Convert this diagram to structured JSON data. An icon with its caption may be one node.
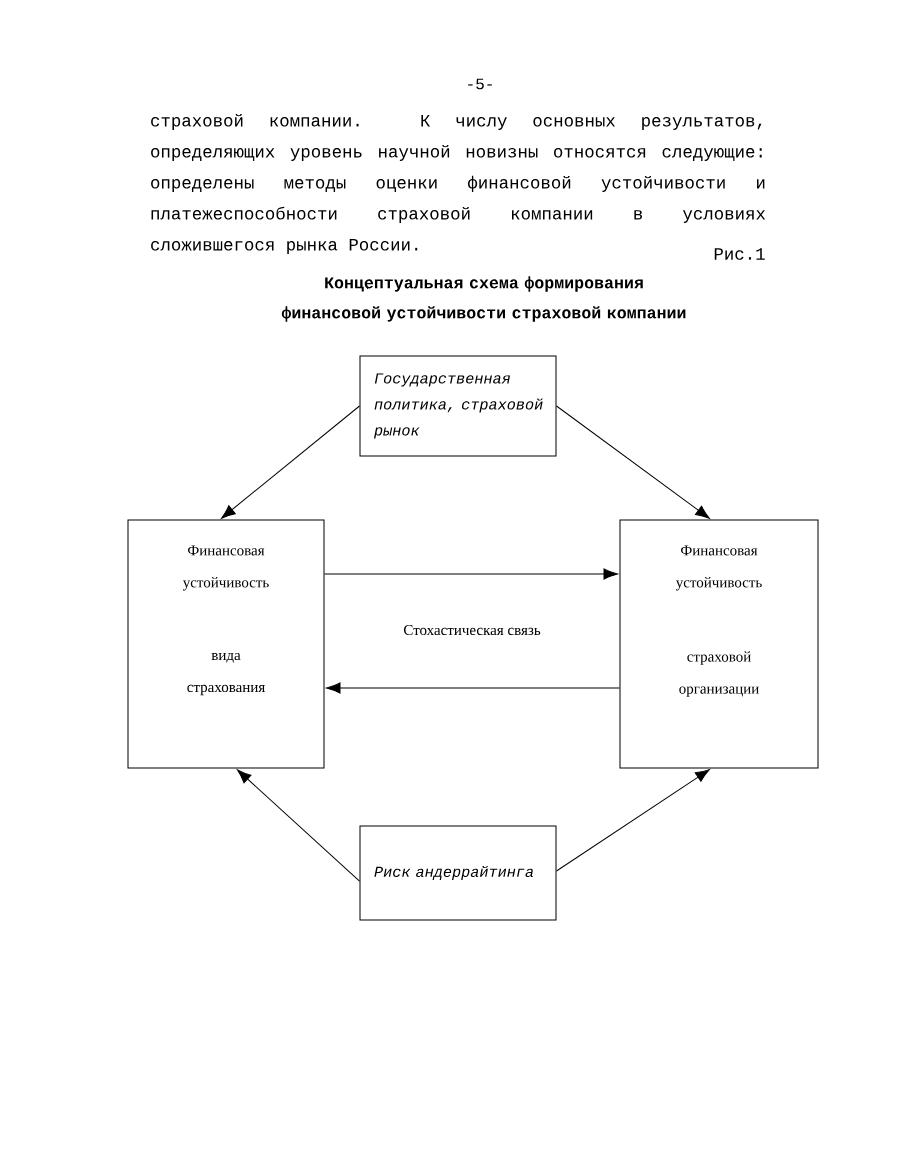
{
  "diagram": {
    "title": "Концептуальная схема формирования финансовой устойчивости страховой компании",
    "nodes": [
      {
        "text": [
          "Государственная политика, страховой рынок"
        ]
      },
      {
        "text": [
          "Финансовая устойчивость",
          "вида страхования"
        ]
      },
      {
        "text": [
          "Финансовая устойчивость",
          "страховой организации"
        ]
      },
      {
        "text": [
          "Риск андеррайтинга"
        ]
      }
    ],
    "edges": [
      {
        "from": 0,
        "to": 1,
        "arrow": "to"
      },
      {
        "from": 0,
        "to": 2,
        "arrow": "to"
      },
      {
        "from": 1,
        "to": 2,
        "arrow": "to"
      },
      {
        "from": 2,
        "to": 1,
        "arrow": "to"
      },
      {
        "from": 3,
        "to": 1,
        "arrow": "to"
      },
      {
        "from": 3,
        "to": 2,
        "arrow": "to"
      }
    ],
    "labels": [
      "-5-",
      "страховой компании. К числу основных результатов, определяющих уровень научной новизны относятся следующие: определены методы оценки финансовой устойчивости и платежеспособности страховой компании в условиях сложившегося рынка России.",
      "Рис.1",
      "Стохастическая связь"
    ]
  }
}
